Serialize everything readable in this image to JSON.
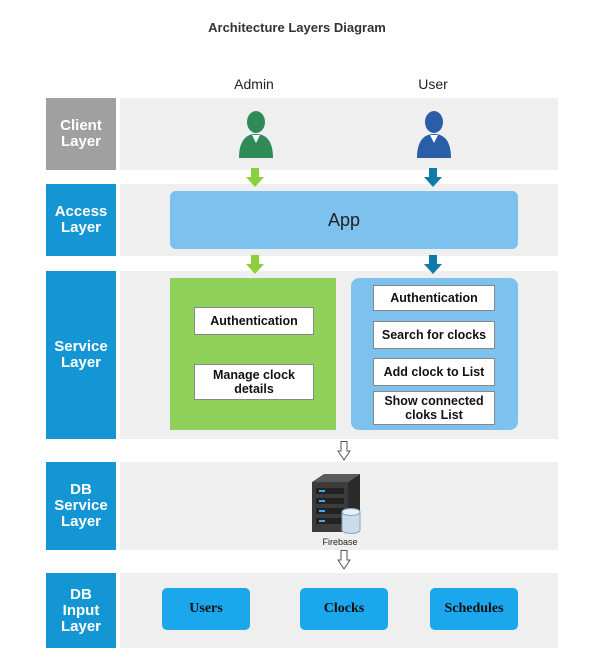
{
  "title": "Architecture Layers Diagram",
  "actors": {
    "admin": "Admin",
    "user": "User"
  },
  "layers": {
    "client": "Client\nLayer",
    "access": "Access\nLayer",
    "service": "Service\nLayer",
    "db_service": "DB\nService\nLayer",
    "db_input": "DB\nInput\nLayer"
  },
  "app_label": "App",
  "admin_services": [
    "Authentication",
    "Manage clock\ndetails"
  ],
  "user_services": [
    "Authentication",
    "Search for clocks",
    "Add clock to List",
    "Show connected\ncloks List"
  ],
  "db_service_caption": "Firebase",
  "db_tables": [
    "Users",
    "Clocks",
    "Schedules"
  ],
  "colors": {
    "layer_label_gray": "#a0a0a0",
    "layer_label_blue": "#1596d4",
    "admin_green": "#2e8b57",
    "user_blue": "#2a5fa8",
    "arrow_green": "#8ccf3e",
    "arrow_teal": "#127aa8"
  }
}
